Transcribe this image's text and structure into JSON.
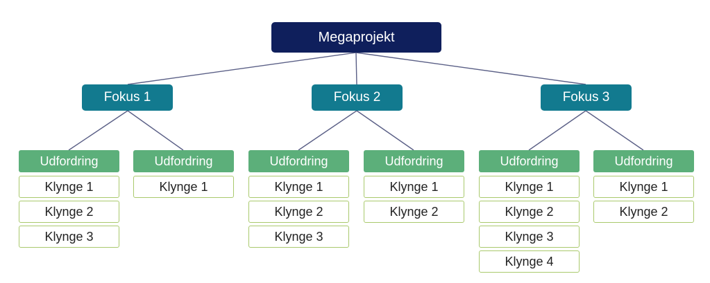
{
  "root": {
    "label": "Megaprojekt"
  },
  "focus_areas": [
    {
      "label": "Fokus 1",
      "challenges": [
        {
          "label": "Udfordring",
          "clusters": [
            "Klynge 1",
            "Klynge 2",
            "Klynge 3"
          ]
        },
        {
          "label": "Udfordring",
          "clusters": [
            "Klynge 1"
          ]
        }
      ]
    },
    {
      "label": "Fokus 2",
      "challenges": [
        {
          "label": "Udfordring",
          "clusters": [
            "Klynge 1",
            "Klynge 2",
            "Klynge 3"
          ]
        },
        {
          "label": "Udfordring",
          "clusters": [
            "Klynge 1",
            "Klynge 2"
          ]
        }
      ]
    },
    {
      "label": "Fokus 3",
      "challenges": [
        {
          "label": "Udfordring",
          "clusters": [
            "Klynge 1",
            "Klynge 2",
            "Klynge 3",
            "Klynge 4"
          ]
        },
        {
          "label": "Udfordring",
          "clusters": [
            "Klynge 1",
            "Klynge 2"
          ]
        }
      ]
    }
  ],
  "colors": {
    "root": "#0f1f5c",
    "focus": "#127a8f",
    "challenge": "#5caf7a",
    "cluster_border": "#a9c96c",
    "connector": "#5a5f86"
  }
}
